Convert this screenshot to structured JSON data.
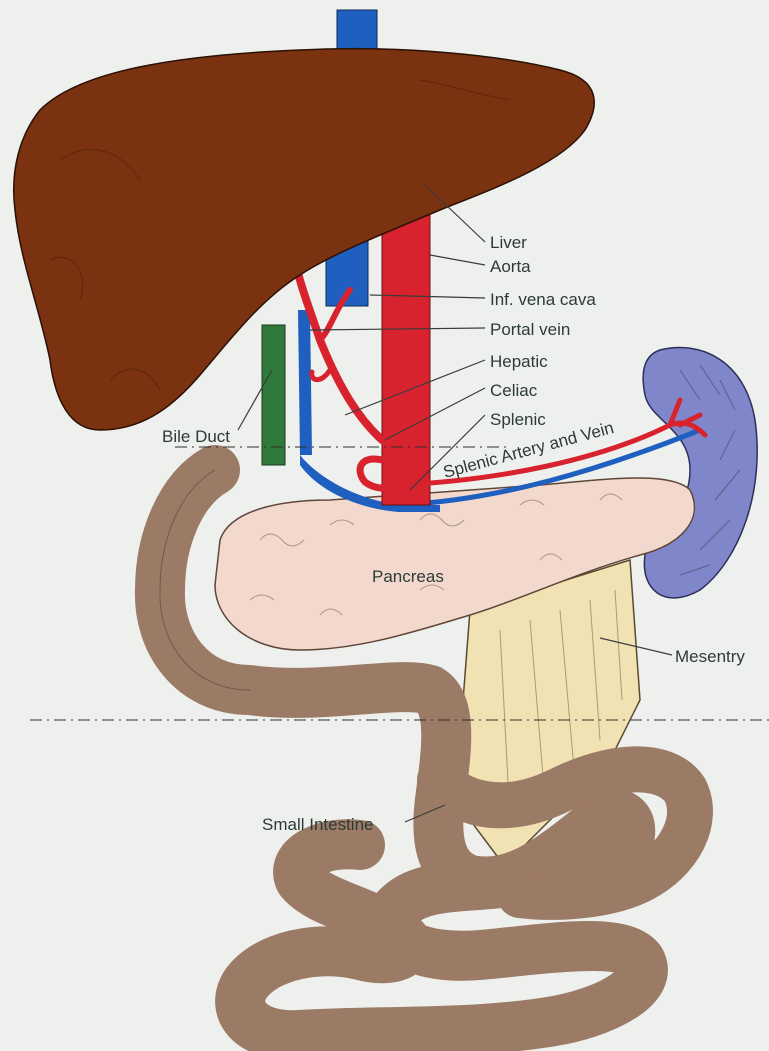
{
  "labels": {
    "liver": "Liver",
    "aorta": "Aorta",
    "ivc": "Inf. vena cava",
    "portal_vein": "Portal vein",
    "hepatic": "Hepatic",
    "celiac": "Celiac",
    "splenic": "Splenic",
    "splenic_artery_vein": "Splenic Artery and Vein",
    "bile_duct": "Bile Duct",
    "pancreas": "Pancreas",
    "mesentry": "Mesentry",
    "small_intestine": "Small Intestine"
  },
  "colors": {
    "background": "#eef0ed",
    "liver": "#7a3210",
    "artery": "#d8232f",
    "vein": "#1f5fbf",
    "bile_duct": "#2f7a3a",
    "pancreas": "#f3d9cd",
    "spleen": "#7f86c9",
    "mesentry": "#f1e2b3",
    "intestine": "#9c7b66"
  }
}
